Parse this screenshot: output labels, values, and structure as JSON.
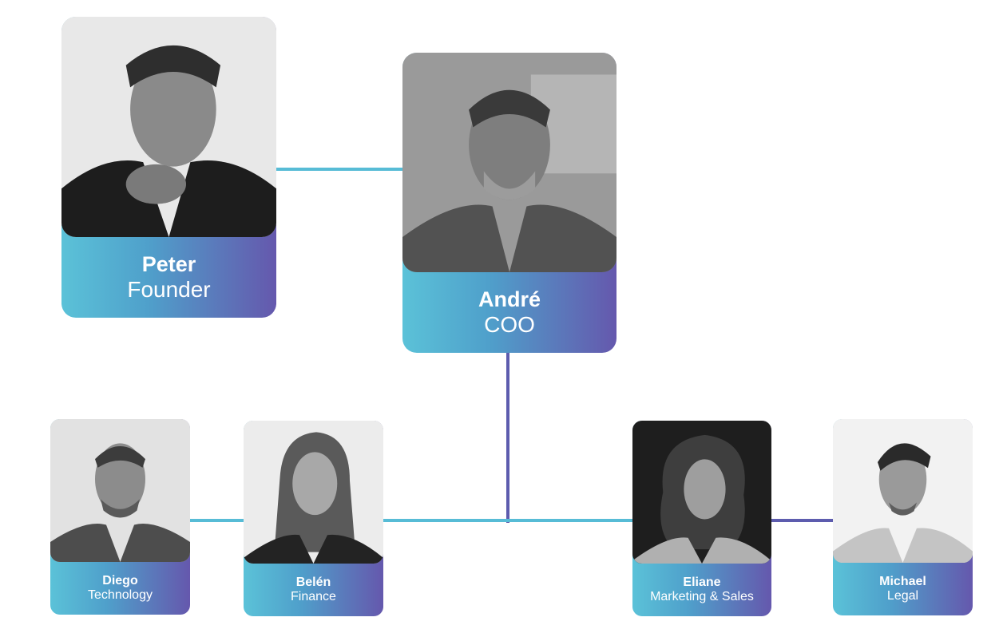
{
  "chart": {
    "title": "",
    "people": [
      {
        "id": "peter",
        "name": "Peter",
        "role": "Founder"
      },
      {
        "id": "andre",
        "name": "André",
        "role": "COO"
      },
      {
        "id": "diego",
        "name": "Diego",
        "role": "Technology"
      },
      {
        "id": "belen",
        "name": "Belén",
        "role": "Finance"
      },
      {
        "id": "eliane",
        "name": "Eliane",
        "role": "Marketing & Sales"
      },
      {
        "id": "michael",
        "name": "Michael",
        "role": "Legal"
      }
    ],
    "connections": [
      {
        "from": "Peter",
        "to": "André"
      },
      {
        "from": "André",
        "to": "Diego"
      },
      {
        "from": "André",
        "to": "Belén"
      },
      {
        "from": "André",
        "to": "Eliane"
      },
      {
        "from": "André",
        "to": "Michael"
      }
    ]
  },
  "colors": {
    "gradient_start": "#5bc2d8",
    "gradient_end": "#6558ad",
    "connector_cyan": "#57bcd6",
    "connector_purple": "#5d5cae"
  }
}
